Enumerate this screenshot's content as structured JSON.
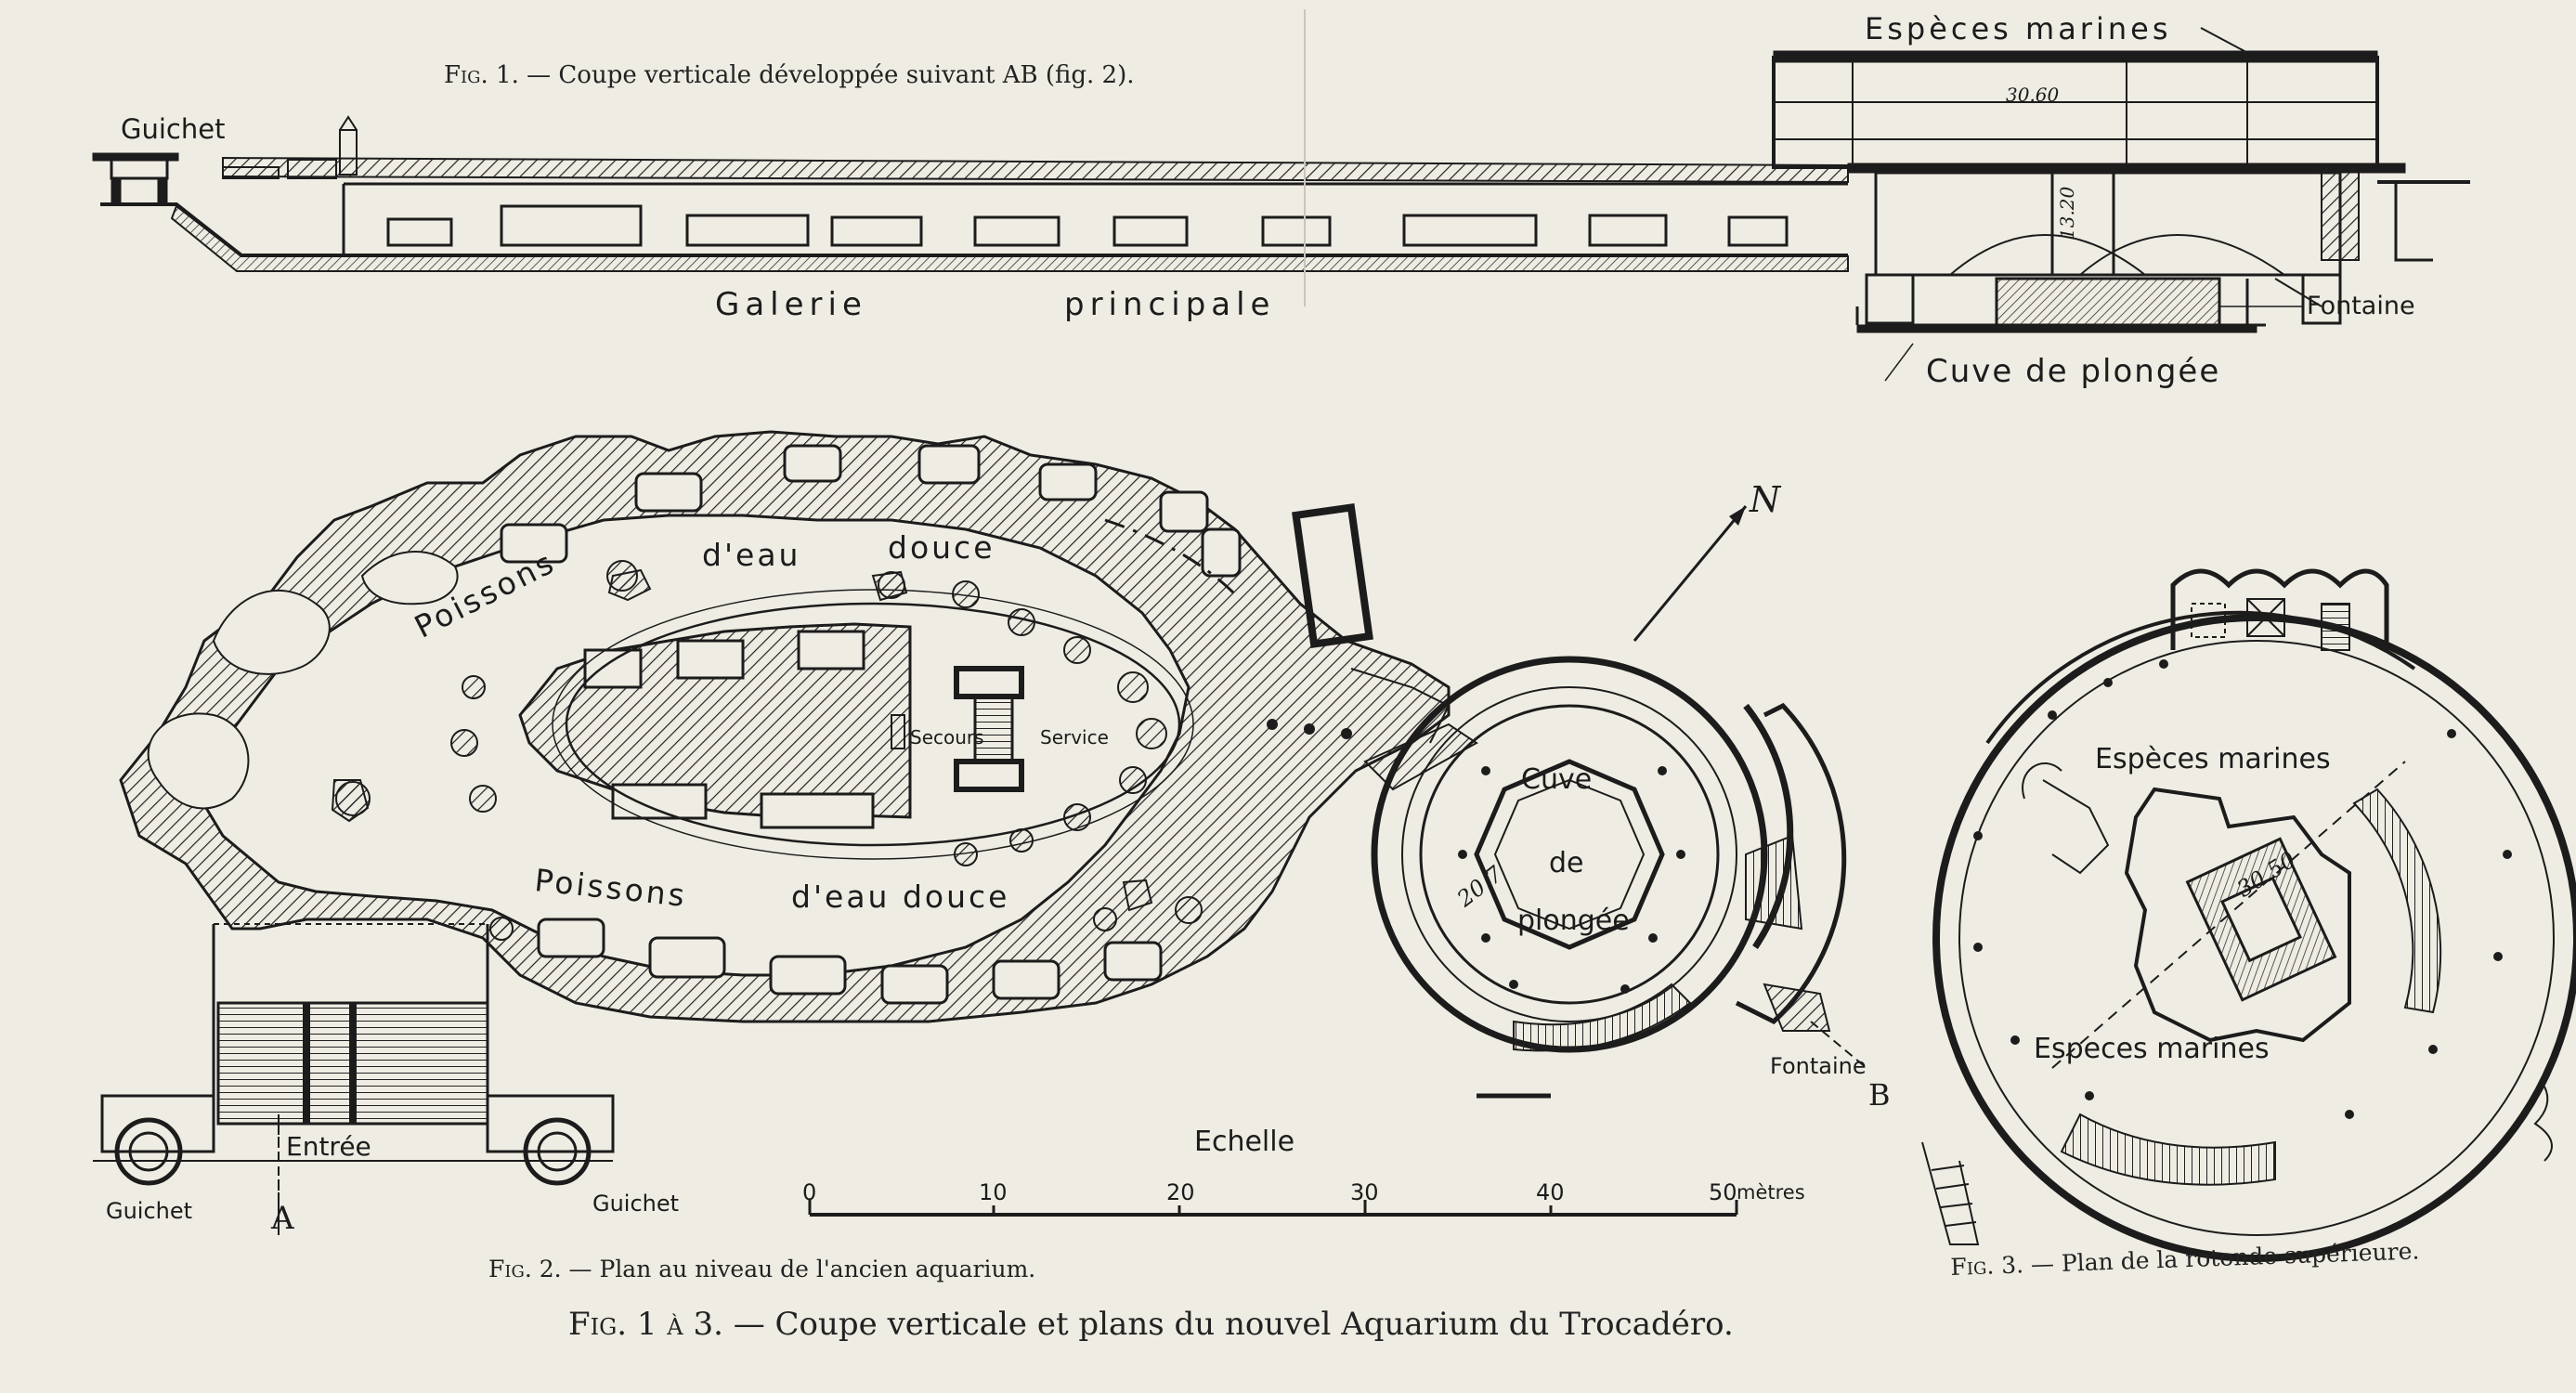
{
  "figure1": {
    "caption_prefix": "Fig. 1.",
    "caption_text": "— Coupe verticale développée suivant AB (fig. 2).",
    "labels": {
      "guichet": "Guichet",
      "galerie": "Galerie",
      "principale": "principale",
      "especes_marines": "Espèces marines",
      "height_dim": "30.60",
      "depth_dim": "13.20",
      "fontaine": "Fontaine",
      "cuve_plongee": "Cuve de plongée"
    }
  },
  "figure2": {
    "caption_prefix": "Fig. 2.",
    "caption_text": "— Plan au niveau de l'ancien aquarium.",
    "labels": {
      "poissons_top": "Poissons",
      "deau_douce_top_1": "d'eau",
      "deau_douce_top_2": "douce",
      "poissons_bottom": "Poissons",
      "deau_douce_bottom": "d'eau douce",
      "secours": "Secours",
      "service": "Service",
      "entree": "Entrée",
      "guichet_left": "Guichet",
      "guichet_right": "Guichet",
      "point_a": "A",
      "cuve": "Cuve",
      "de": "de",
      "plongee": "plongée",
      "dim_20": "20.7",
      "fontaine": "Fontaine",
      "point_b": "B",
      "north": "N"
    },
    "scale": {
      "title": "Echelle",
      "ticks": [
        "0",
        "10",
        "20",
        "30",
        "40",
        "50"
      ],
      "unit": "mètres"
    }
  },
  "figure3": {
    "caption_prefix": "Fig. 3.",
    "caption_text": "— Plan de la rotonde supérieure.",
    "labels": {
      "especes_marines_top": "Espèces marines",
      "especes_marines_bottom": "Especes marines",
      "dim_30": "30.50"
    }
  },
  "main_caption": {
    "prefix": "Fig. 1 à 3.",
    "text": "— Coupe verticale et plans du nouvel Aquarium du Trocadéro."
  },
  "colors": {
    "paper": "#efece3",
    "ink": "#1c1c1c",
    "faint_text": "#b9b6ad"
  }
}
